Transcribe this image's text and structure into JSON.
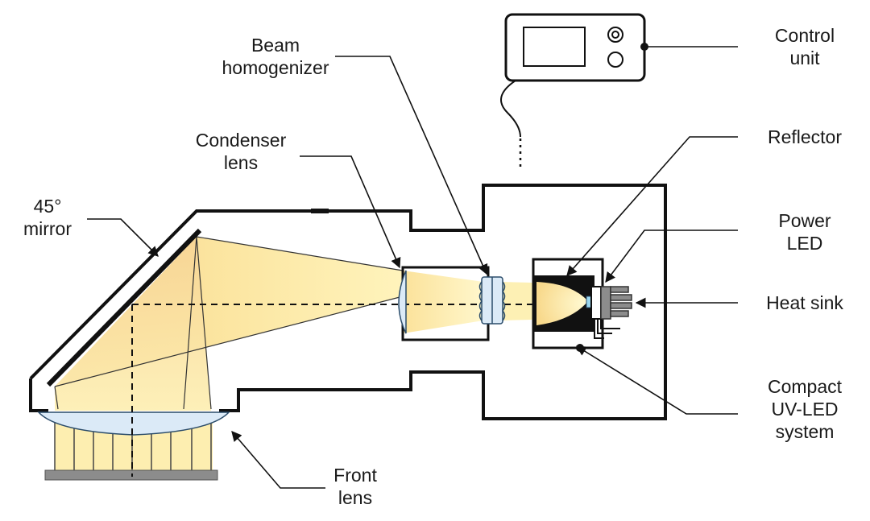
{
  "labels": {
    "beam_homogenizer": [
      "Beam",
      "homogenizer"
    ],
    "control_unit": [
      "Control",
      "unit"
    ],
    "condenser_lens": [
      "Condenser",
      "lens"
    ],
    "reflector": [
      "Reflector"
    ],
    "mirror_45": [
      "45°",
      "mirror"
    ],
    "power_led": [
      "Power",
      "LED"
    ],
    "heat_sink": [
      "Heat sink"
    ],
    "compact_uv_led_system": [
      "Compact",
      "UV-LED",
      "system"
    ],
    "front_lens": [
      "Front",
      "lens"
    ]
  },
  "colors": {
    "outline": "#111111",
    "beam_light": "#fff6c0",
    "beam_mid": "#fbe59a",
    "beam_warm": "#f6c98c",
    "lens_blue": "#dbeaf7",
    "grey": "#8c8c8c",
    "led_blue": "#9ad6ef"
  }
}
